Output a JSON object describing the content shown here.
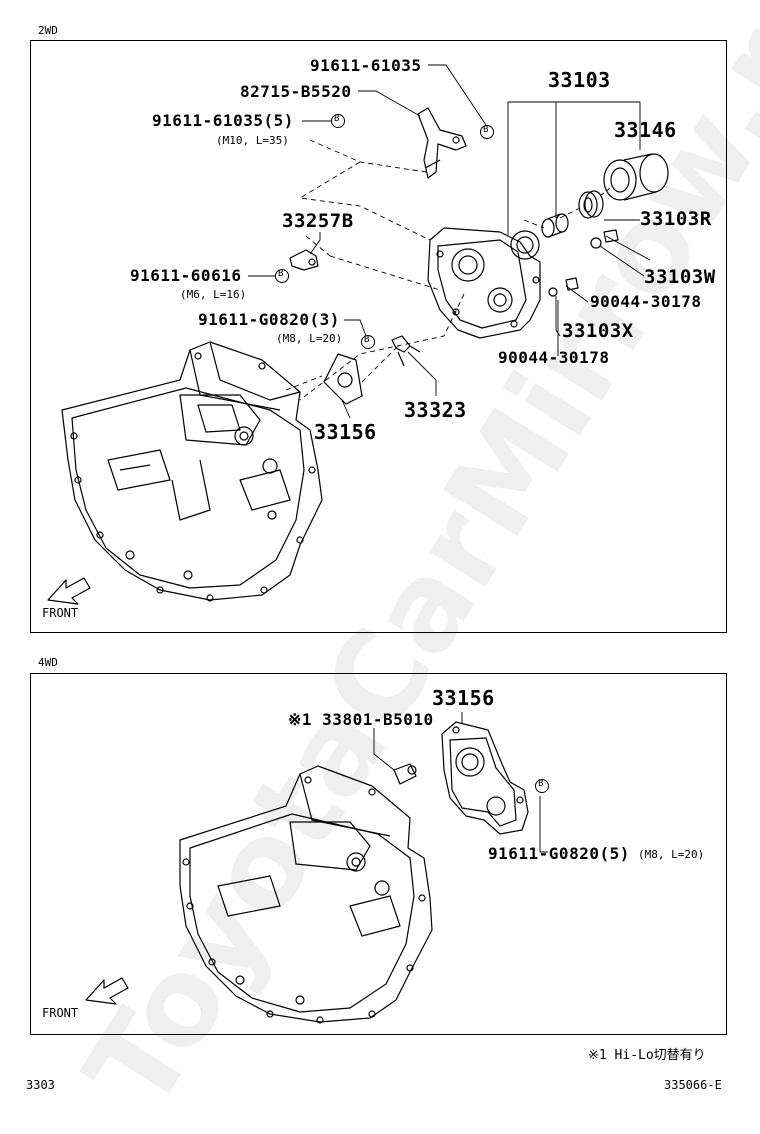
{
  "watermark": "ToyotaCarMirrow.ru",
  "sections": {
    "top": "2WD",
    "bottom": "4WD"
  },
  "front_label": "FRONT",
  "parts_2wd": {
    "p91611_61035": "91611-61035",
    "p82715": "82715-B5520",
    "p91611_61035_5": "91611-61035(5)",
    "p91611_61035_5_spec": "(M10, L=35)",
    "p33103": "33103",
    "p33146": "33146",
    "p33103R": "33103R",
    "p33257B": "33257B",
    "p91611_60616": "91611-60616",
    "p91611_60616_spec": "(M6, L=16)",
    "p33103W": "33103W",
    "p90044_a": "90044-30178",
    "p33103X": "33103X",
    "p91611_G0820_3": "91611-G0820(3)",
    "p91611_G0820_3_spec": "(M8, L=20)",
    "p90044_b": "90044-30178",
    "p33323": "33323",
    "p33156": "33156"
  },
  "parts_4wd": {
    "p33156": "33156",
    "p33801": "※1 33801-B5010",
    "p91611_G0820_5": "91611-G0820(5)",
    "p91611_G0820_5_spec": "(M8, L=20)"
  },
  "badge_letter": "B",
  "footnote": "※1 Hi-Lo切替有り",
  "footer_left": "3303",
  "footer_right": "335066-E"
}
